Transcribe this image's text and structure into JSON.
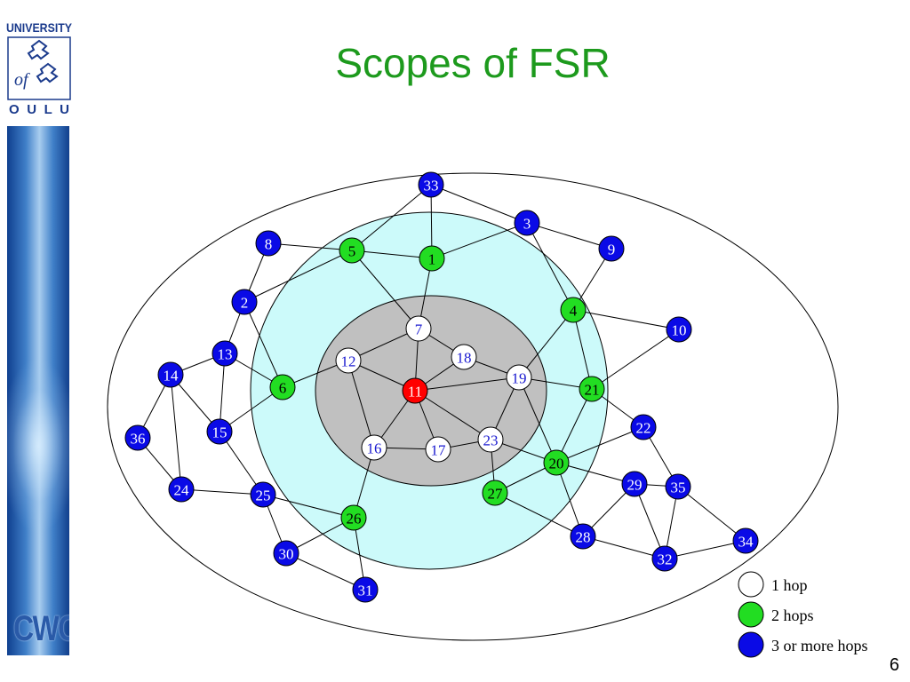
{
  "title": "Scopes of FSR",
  "logo": {
    "text": "UNIVERSITY of OULU",
    "line1": "UNIVERSITY",
    "line2": "of",
    "line3": "O U L U"
  },
  "sidebar_logo": "CWC",
  "page_number": "6",
  "colors": {
    "title": "#1d9a1d",
    "center_node": "#ff0000",
    "one_hop": "#ffffff",
    "two_hops": "#22dd22",
    "three_plus": "#0a0ae6",
    "inner_zone": "#c0c0c0",
    "middle_zone": "#ccfafa"
  },
  "legend": [
    {
      "kind": "one_hop",
      "label": "1 hop"
    },
    {
      "kind": "two_hops",
      "label": "2 hops"
    },
    {
      "kind": "three_plus",
      "label": "3 or more hops"
    }
  ],
  "nodes": [
    {
      "id": "33",
      "kind": "three_plus"
    },
    {
      "id": "3",
      "kind": "three_plus"
    },
    {
      "id": "9",
      "kind": "three_plus"
    },
    {
      "id": "8",
      "kind": "three_plus"
    },
    {
      "id": "5",
      "kind": "two_hops"
    },
    {
      "id": "1",
      "kind": "two_hops"
    },
    {
      "id": "4",
      "kind": "two_hops"
    },
    {
      "id": "10",
      "kind": "three_plus"
    },
    {
      "id": "2",
      "kind": "three_plus"
    },
    {
      "id": "7",
      "kind": "one_hop"
    },
    {
      "id": "13",
      "kind": "three_plus"
    },
    {
      "id": "12",
      "kind": "one_hop"
    },
    {
      "id": "18",
      "kind": "one_hop"
    },
    {
      "id": "14",
      "kind": "three_plus"
    },
    {
      "id": "19",
      "kind": "one_hop"
    },
    {
      "id": "6",
      "kind": "two_hops"
    },
    {
      "id": "11",
      "kind": "center"
    },
    {
      "id": "21",
      "kind": "two_hops"
    },
    {
      "id": "22",
      "kind": "three_plus"
    },
    {
      "id": "15",
      "kind": "three_plus"
    },
    {
      "id": "36",
      "kind": "three_plus"
    },
    {
      "id": "23",
      "kind": "one_hop"
    },
    {
      "id": "16",
      "kind": "one_hop"
    },
    {
      "id": "17",
      "kind": "one_hop"
    },
    {
      "id": "20",
      "kind": "two_hops"
    },
    {
      "id": "29",
      "kind": "three_plus"
    },
    {
      "id": "35",
      "kind": "three_plus"
    },
    {
      "id": "24",
      "kind": "three_plus"
    },
    {
      "id": "25",
      "kind": "three_plus"
    },
    {
      "id": "27",
      "kind": "two_hops"
    },
    {
      "id": "26",
      "kind": "two_hops"
    },
    {
      "id": "28",
      "kind": "three_plus"
    },
    {
      "id": "34",
      "kind": "three_plus"
    },
    {
      "id": "30",
      "kind": "three_plus"
    },
    {
      "id": "32",
      "kind": "three_plus"
    },
    {
      "id": "31",
      "kind": "three_plus"
    }
  ],
  "edges": [
    [
      "33",
      "1"
    ],
    [
      "33",
      "5"
    ],
    [
      "33",
      "3"
    ],
    [
      "3",
      "9"
    ],
    [
      "3",
      "1"
    ],
    [
      "3",
      "4"
    ],
    [
      "8",
      "5"
    ],
    [
      "8",
      "2"
    ],
    [
      "5",
      "1"
    ],
    [
      "5",
      "7"
    ],
    [
      "5",
      "2"
    ],
    [
      "1",
      "7"
    ],
    [
      "4",
      "9"
    ],
    [
      "4",
      "10"
    ],
    [
      "4",
      "19"
    ],
    [
      "4",
      "21"
    ],
    [
      "10",
      "21"
    ],
    [
      "2",
      "6"
    ],
    [
      "2",
      "13"
    ],
    [
      "7",
      "12"
    ],
    [
      "7",
      "18"
    ],
    [
      "7",
      "11"
    ],
    [
      "13",
      "6"
    ],
    [
      "13",
      "14"
    ],
    [
      "13",
      "15"
    ],
    [
      "12",
      "6"
    ],
    [
      "12",
      "11"
    ],
    [
      "12",
      "16"
    ],
    [
      "18",
      "11"
    ],
    [
      "18",
      "19"
    ],
    [
      "14",
      "36"
    ],
    [
      "14",
      "24"
    ],
    [
      "14",
      "15"
    ],
    [
      "19",
      "11"
    ],
    [
      "19",
      "21"
    ],
    [
      "19",
      "23"
    ],
    [
      "19",
      "20"
    ],
    [
      "6",
      "15"
    ],
    [
      "11",
      "16"
    ],
    [
      "11",
      "17"
    ],
    [
      "11",
      "23"
    ],
    [
      "21",
      "20"
    ],
    [
      "21",
      "22"
    ],
    [
      "22",
      "20"
    ],
    [
      "22",
      "35"
    ],
    [
      "15",
      "25"
    ],
    [
      "36",
      "24"
    ],
    [
      "23",
      "17"
    ],
    [
      "23",
      "20"
    ],
    [
      "23",
      "27"
    ],
    [
      "16",
      "17"
    ],
    [
      "16",
      "26"
    ],
    [
      "20",
      "27"
    ],
    [
      "20",
      "29"
    ],
    [
      "20",
      "28"
    ],
    [
      "29",
      "35"
    ],
    [
      "29",
      "28"
    ],
    [
      "29",
      "32"
    ],
    [
      "35",
      "32"
    ],
    [
      "35",
      "34"
    ],
    [
      "24",
      "25"
    ],
    [
      "25",
      "26"
    ],
    [
      "25",
      "30"
    ],
    [
      "27",
      "28"
    ],
    [
      "26",
      "30"
    ],
    [
      "26",
      "31"
    ],
    [
      "28",
      "32"
    ],
    [
      "34",
      "32"
    ],
    [
      "30",
      "31"
    ]
  ]
}
